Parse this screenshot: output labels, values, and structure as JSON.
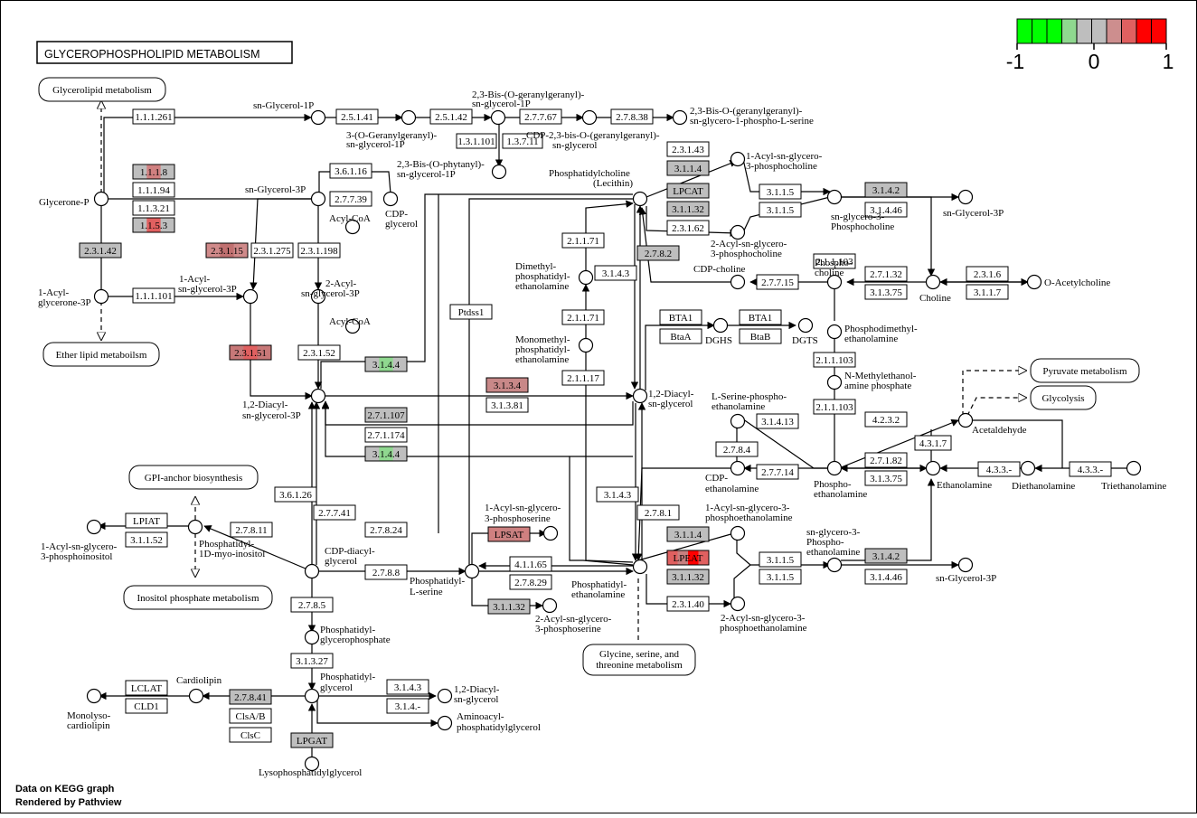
{
  "title": "GLYCEROPHOSPHOLIPID METABOLISM",
  "legend": {
    "labels": [
      "-1",
      "0",
      "1"
    ],
    "colors": [
      "#00ff00",
      "#00ff00",
      "#00ff00",
      "#8fd88f",
      "#bebebe",
      "#bebebe",
      "#cd8e8e",
      "#e06060",
      "#ff0000",
      "#ff0000"
    ]
  },
  "footer": {
    "line1": "Data on KEGG graph",
    "line2": "Rendered by Pathview"
  },
  "colors": {
    "gray": "#bebebe",
    "red": "#ff0000",
    "pink": "#cd8e8e",
    "green": "#00ff00",
    "line": "#000000"
  },
  "pathways": [
    "Glycerolipid metabolism",
    "Ether lipid metaboilsm",
    "GPI-anchor biosynthesis",
    "Inositol phosphate metabolism",
    "Pyruvate metabolism",
    "Glycolysis",
    "Glycine, serine, and threonine metabolism"
  ],
  "enzymes": [
    "1.1.1.261",
    "2.5.1.41",
    "2.5.1.42",
    "2.7.7.67",
    "2.7.8.38",
    "1.3.1.101",
    "1.3.7.11",
    "1.1.1.8",
    "1.1.1.94",
    "1.1.3.21",
    "1.1.5.3",
    "3.6.1.16",
    "2.7.7.39",
    "2.3.1.42",
    "2.3.1.15",
    "2.3.1.275",
    "2.3.1.198",
    "1.1.1.101",
    "2.3.1.51",
    "2.3.1.52",
    "3.1.4.4",
    "2.7.1.107",
    "2.7.1.174",
    "3.1.4.4",
    "3.6.1.26",
    "2.7.7.41",
    "2.7.8.24",
    "2.7.8.11",
    "LPIAT",
    "3.1.1.52",
    "2.7.8.8",
    "2.7.8.5",
    "3.1.3.27",
    "LCLAT",
    "CLD1",
    "2.7.8.41",
    "ClsA/B",
    "ClsC",
    "LPGAT",
    "3.1.4.3",
    "3.1.4.-",
    "Ptdss1",
    "LPSAT",
    "4.1.1.65",
    "2.7.8.29",
    "3.1.1.32",
    "3.1.3.4",
    "3.1.3.81",
    "2.1.1.71",
    "3.1.4.3",
    "2.1.1.71",
    "2.1.1.17",
    "2.7.8.2",
    "2.3.1.43",
    "3.1.1.4",
    "LPCAT",
    "3.1.1.32",
    "2.3.1.62",
    "3.1.1.5",
    "3.1.1.5",
    "3.1.4.2",
    "3.1.4.46",
    "2.7.7.15",
    "2.7.1.32",
    "3.1.3.75",
    "2.3.1.6",
    "3.1.1.7",
    "BTA1",
    "BTA1",
    "BtaA",
    "BtaB",
    "2.1.1.103",
    "2.1.1.103",
    "2.1.1.103",
    "4.2.3.2",
    "4.3.1.7",
    "2.7.1.82",
    "3.1.3.75",
    "4.3.3.-",
    "4.3.3.-",
    "3.1.4.13",
    "2.7.8.4",
    "2.7.7.14",
    "3.1.4.3",
    "2.7.8.1",
    "3.1.1.4",
    "LPEAT",
    "3.1.1.32",
    "2.3.1.40",
    "3.1.1.5",
    "3.1.1.5",
    "3.1.4.2",
    "3.1.4.46"
  ],
  "compounds": [
    "sn-Glycerol-1P",
    "3-(O-Geranylgeranyl)-",
    "sn-glycerol-1P",
    "2,3-Bis-(O-geranylgeranyl)-",
    "sn-glycerol-1P",
    "2,3-Bis-O-(geranylgeranyl)-",
    "sn-glycero-1-phospho-L-serine",
    "CDP-2,3-bis-O-(geranylgeranyl)-",
    "sn-glycerol",
    "2,3-Bis-(O-phytanyl)-",
    "sn-glycerol-1P",
    "Glycerone-P",
    "sn-Glycerol-3P",
    "CDP-",
    "glycerol",
    "Acyl-CoA",
    "1-Acyl-",
    "sn-glycerol-3P",
    "2-Acyl-",
    "sn-glycerol-3P",
    "Acyl-CoA",
    "1-Acyl-",
    "glycerone-3P",
    "1,2-Diacyl-",
    "sn-glycerol-3P",
    "1-Acyl-sn-glycero-",
    "3-phosphoinositol",
    "Phosphatidyl-",
    "1D-myo-inositol",
    "CDP-diacyl-",
    "glycerol",
    "Phosphatidyl-",
    "glycerophosphate",
    "Phosphatidyl-",
    "glycerol",
    "Cardiolipin",
    "Monolyso-",
    "cardiolipin",
    "1,2-Diacyl-",
    "sn-glycerol",
    "Aminoacyl-",
    "phosphatidylglycerol",
    "Lysophosphatidylglycerol",
    "1-Acyl-sn-glycero-",
    "3-phosphoserine",
    "Phosphatidyl-",
    "L-serine",
    "2-Acyl-sn-glycero-",
    "3-phosphoserine",
    "Dimethyl-",
    "phosphatidyl-",
    "ethanolamine",
    "Monomethyl-",
    "phosphatidyl-",
    "ethanolamine",
    "Phosphatidylcholine",
    "(Lecithin)",
    "1,2-Diacyl-",
    "sn-glycerol",
    "1-Acyl-sn-glycero-",
    "3-phosphocholine",
    "2-Acyl-sn-glycero-",
    "3-phosphocholine",
    "sn-glycero-3-",
    "Phosphocholine",
    "sn-Glycerol-3P",
    "CDP-choline",
    "Phospho-",
    "choline",
    "Choline",
    "O-Acetylcholine",
    "DGHS",
    "DGTS",
    "Phosphodimethyl-",
    "ethanolamine",
    "N-Methylethanol-",
    "amine phosphate",
    "L-Serine-phospho-",
    "ethanolamine",
    "Acetaldehyde",
    "CDP-",
    "ethanolamine",
    "Phospho-",
    "ethanolamine",
    "Ethanolamine",
    "Diethanolamine",
    "Triethanolamine",
    "1-Acyl-sn-glycero-3-",
    "phosphoethanolamine",
    "Phosphatidyl-",
    "ethanolamine",
    "2-Acyl-sn-glycero-3-",
    "phosphoethanolamine",
    "sn-glycero-3-",
    "Phospho-",
    "ethanolamine",
    "sn-Glycerol-3P"
  ]
}
